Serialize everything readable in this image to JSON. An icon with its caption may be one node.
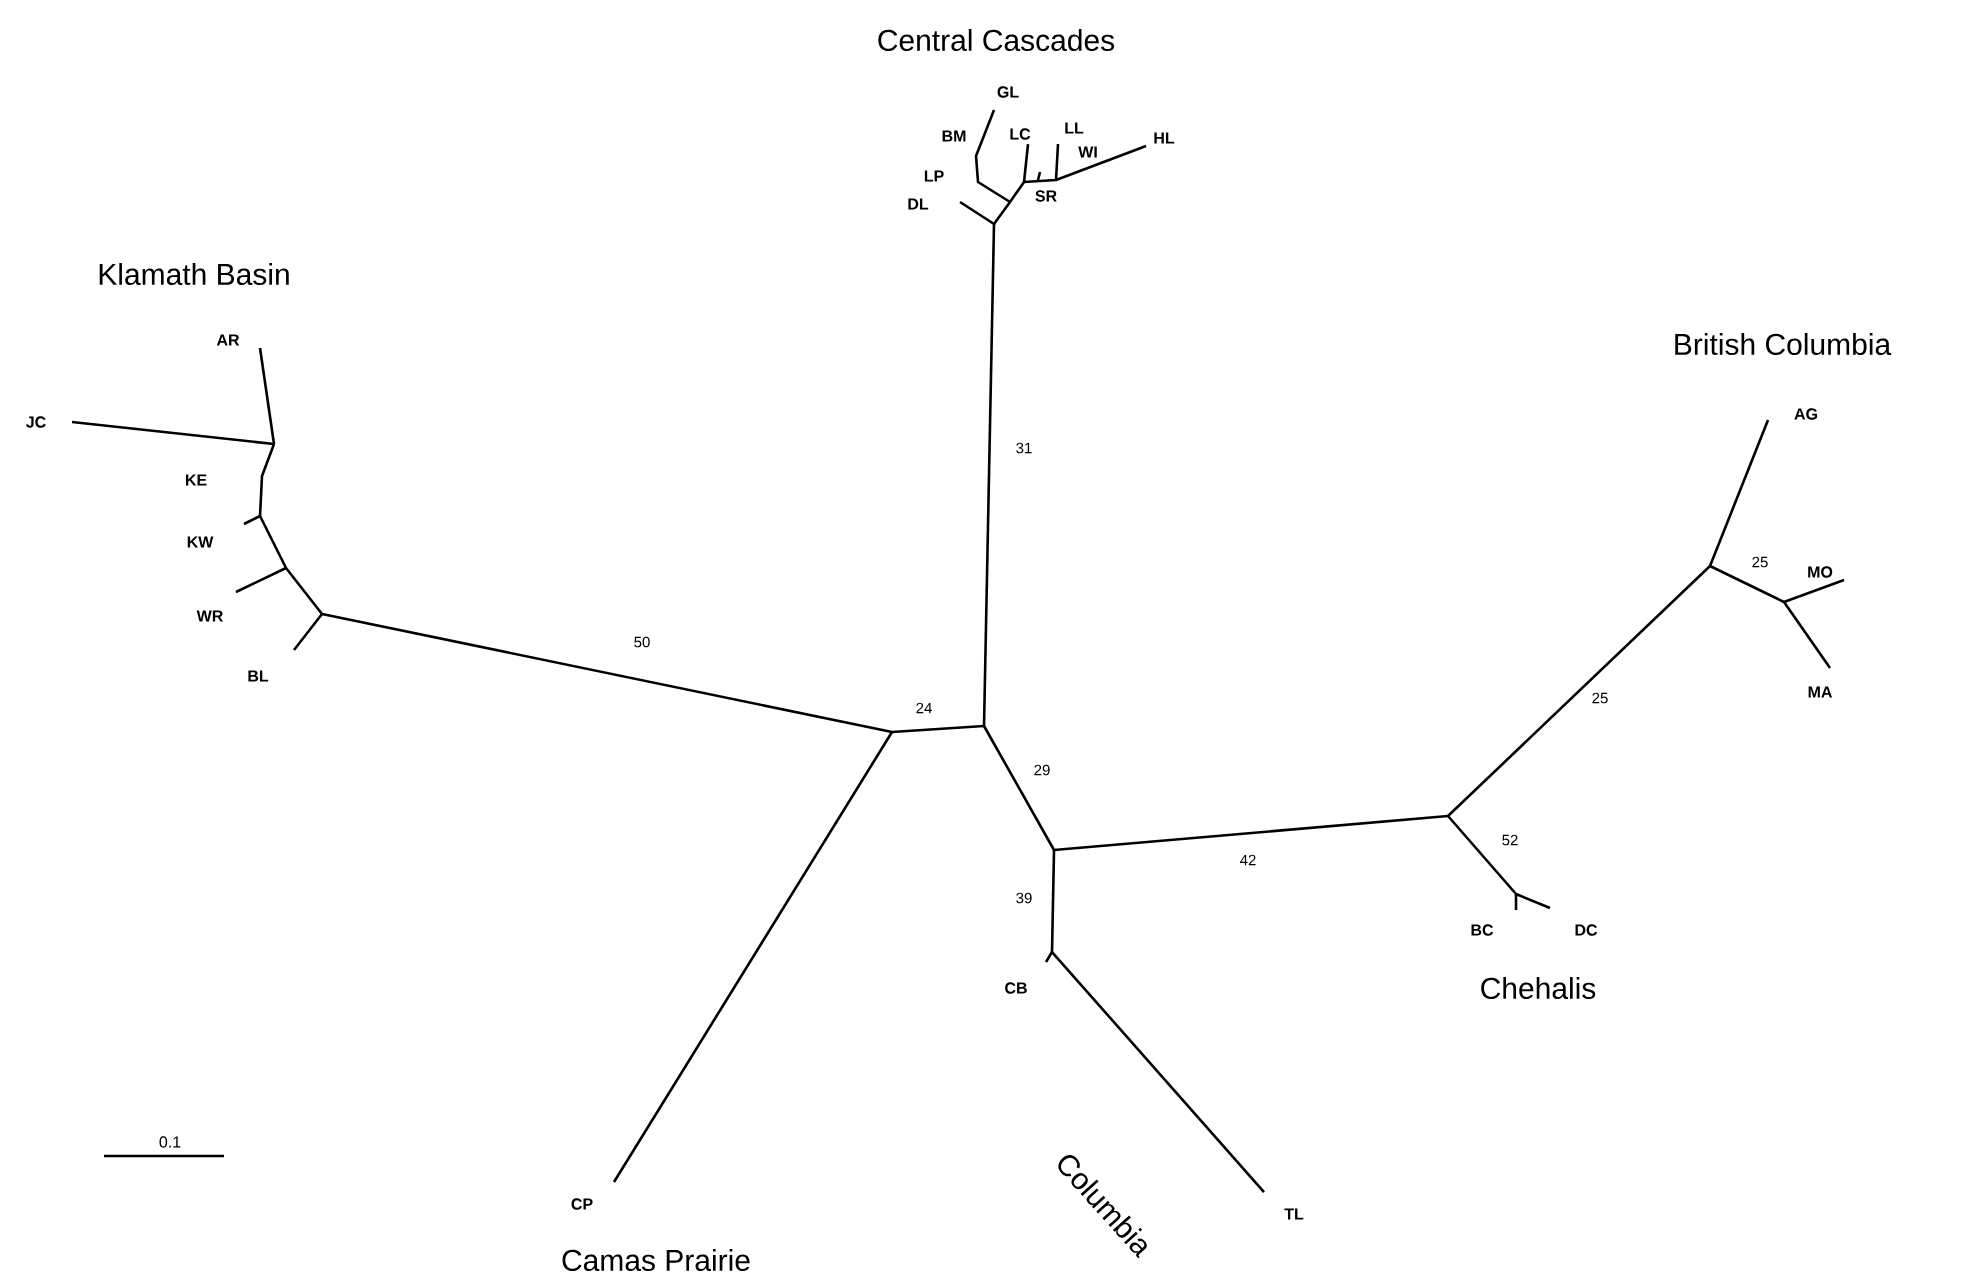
{
  "diagram": {
    "labels": [
      "Central Cascades",
      "GL",
      "BM",
      "LC",
      "LL",
      "WI",
      "HL",
      "LP",
      "SR",
      "DL",
      "Klamath Basin",
      "British Columbia",
      "AR",
      "JC",
      "AG",
      "KE",
      "31",
      "KW",
      "MO",
      "25",
      "WR",
      "50",
      "BL",
      "24",
      "MA",
      "29",
      "25",
      "52",
      "42",
      "39",
      "BC",
      "DC",
      "CB",
      "Chehalis",
      "Columbia",
      "0.1",
      "CP",
      "TL",
      "Camas Prairie"
    ]
  }
}
